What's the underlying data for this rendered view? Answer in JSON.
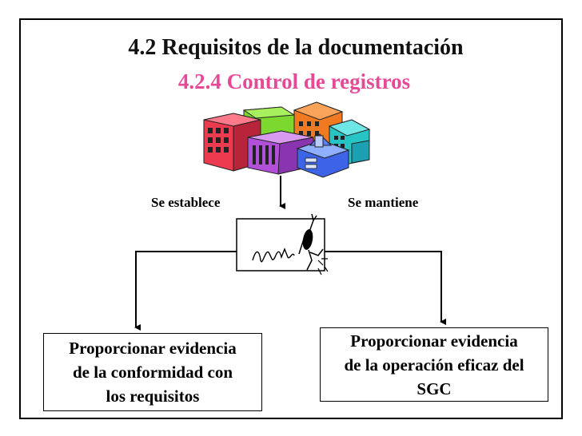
{
  "slide": {
    "title": "4.2 Requisitos de la documentación",
    "subtitle": "4.2.4 Control de registros"
  },
  "flow": {
    "left_label": "Se establece",
    "right_label": "Se mantiene"
  },
  "boxes": {
    "left_lines": [
      "Proporcionar evidencia",
      "de la conformidad con",
      "los requisitos"
    ],
    "right_lines": [
      "Proporcionar evidencia",
      "de la operación eficaz del",
      "SGC"
    ]
  },
  "icons": {
    "buildings": "office-buildings-icon",
    "record": "signature-record-icon",
    "figure": "stick-figure-icon"
  },
  "colors": {
    "subtitle": "#e64a97",
    "line": "#000000"
  }
}
